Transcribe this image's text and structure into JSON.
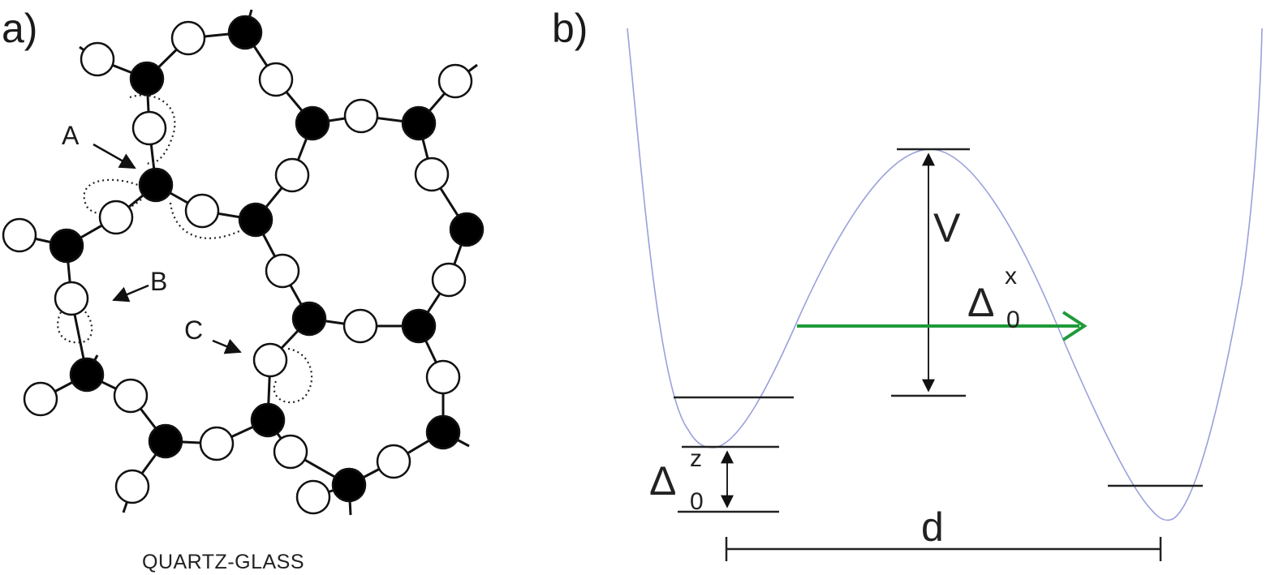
{
  "panel_a": {
    "label": "a)",
    "caption": "QUARTZ-GLASS",
    "site_labels": {
      "A": "A",
      "B": "B",
      "C": "C"
    }
  },
  "panel_b": {
    "label": "b)",
    "barrier_label": "V",
    "tunnel": {
      "symbol": "Δ",
      "sup": "x",
      "sub": "0"
    },
    "asymmetry": {
      "symbol": "Δ",
      "sup": "z",
      "sub": "0"
    },
    "distance_label": "d"
  },
  "colors": {
    "atom_si": "#000000",
    "atom_o": "#ffffff",
    "bond": "#111111",
    "potential_curve": "#9aa0dc",
    "tunnel_arrow": "#1f9a3a",
    "annotation": "#222222"
  }
}
